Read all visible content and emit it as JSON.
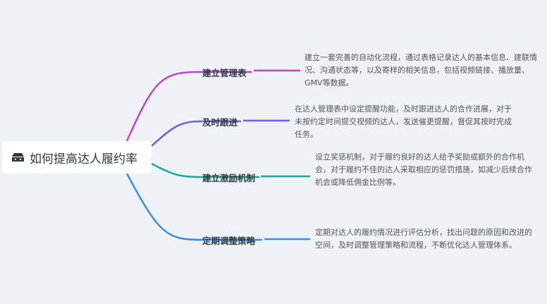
{
  "root": {
    "title": "如何提高达人履约率",
    "icon": "archive-box-icon"
  },
  "branches": [
    {
      "label": "建立管理表",
      "color": "#c13fd2",
      "description": "建立一套完善的自动化流程，通过表格记录达人的基本信息、建联情况、沟通状态等，以及寄样的相关信息，包括视频链接、播放量、GMV等数据。"
    },
    {
      "label": "及时跟进",
      "color": "#6c5cf2",
      "description": "在达人管理表中设定提醒功能，及时跟进达人的合作进展，对于未按约定时间提交视频的达人，发送催更提醒，督促其按时完成任务。"
    },
    {
      "label": "建立激励机制",
      "color": "#19a99a",
      "description": "设立奖惩机制，对于履约良好的达人给予奖励或额外的合作机会，对于履约不佳的达人采取相应的惩罚措施，如减少后续合作机会或降低佣金比例等。"
    },
    {
      "label": "定期调整策略",
      "color": "#3a8de0",
      "description": "定期对达人的履约情况进行评估分析，找出问题的原因和改进的空间，及时调整管理策略和流程，不断优化达人管理体系。"
    }
  ]
}
